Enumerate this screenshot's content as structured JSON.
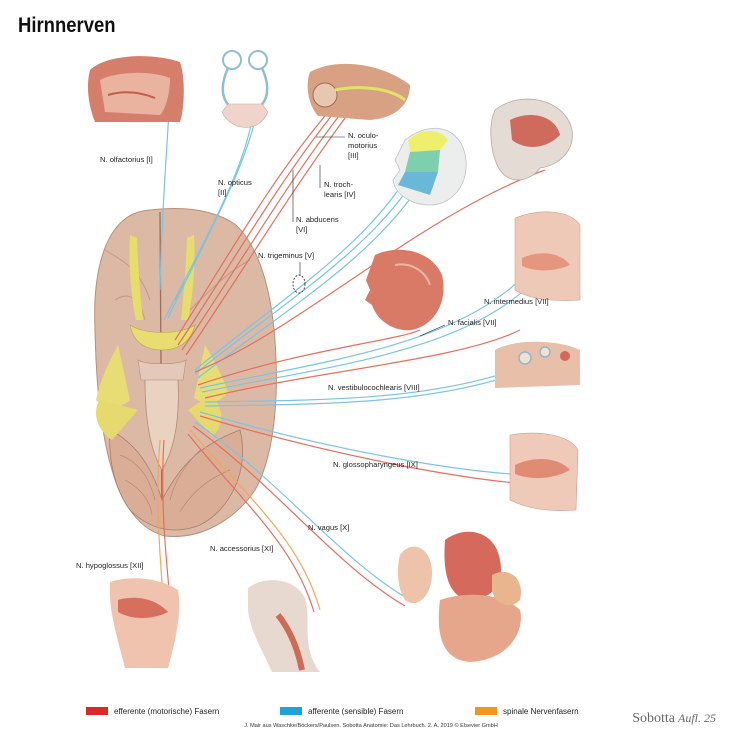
{
  "title": "Hirnnerven",
  "nerves": {
    "olfactorius": "N. olfactorius [I]",
    "opticus_1": "N. opticus",
    "opticus_2": "[II]",
    "oculomotorius_1": "N. oculo-",
    "oculomotorius_2": "motorius",
    "oculomotorius_3": "[III]",
    "trochlearis_1": "N. troch-",
    "trochlearis_2": "learis [IV]",
    "abducens_1": "N. abducens",
    "abducens_2": "[VI]",
    "trigeminus": "N. trigeminus [V]",
    "intermedius": "N. intermedius [VII]",
    "facialis": "N. facialis [VII]",
    "vestibulocochlearis": "N. vestibulocochlearis [VIII]",
    "glossopharyngeus": "N. glossopharyngeus [IX]",
    "vagus": "N. vagus [X]",
    "accessorius": "N. accessorius [XI]",
    "hypoglossus": "N. hypoglossus [XII]"
  },
  "legend": [
    {
      "label": "efferente (motorische) Fasern",
      "color": "#d62b24"
    },
    {
      "label": "afferente (sensible) Fasern",
      "color": "#1fa3d6"
    },
    {
      "label": "spinale Nervenfasern",
      "color": "#f0961c"
    }
  ],
  "credit": "J. Mair aus Waschke/Böckers/Paulsen. Sobotta Anatomie: Das Lehrbuch. 2. A. 2019 © Elsevier GmbH",
  "brand": {
    "name": "Sobotta",
    "edition": "Aufl. 25"
  },
  "fiber_colors": {
    "efferent": "#e2705f",
    "afferent": "#7cc3e3",
    "spinal": "#f2a65a"
  }
}
